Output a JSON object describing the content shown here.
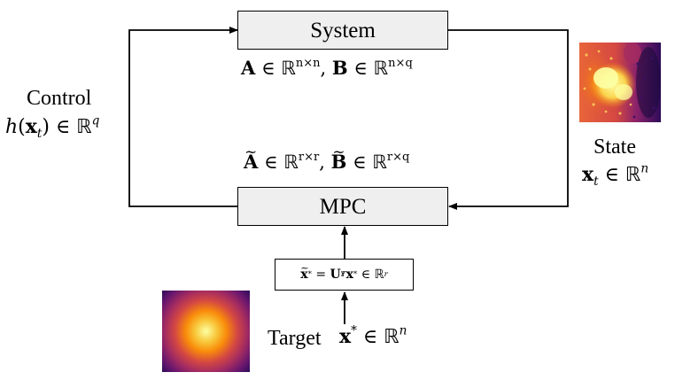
{
  "colors": {
    "block_fill": "#efefef",
    "line": "#000000",
    "heatmap_palette": [
      "#000004",
      "#2d0b59",
      "#6a176e",
      "#a52c60",
      "#d44842",
      "#f98c0a",
      "#fcffa4"
    ]
  },
  "system": {
    "label": "System",
    "matrices": {
      "A": "A",
      "B": "B",
      "set": "ℝ",
      "a_dims": "n×n",
      "b_dims": "n×q"
    }
  },
  "mpc": {
    "label": "MPC",
    "matrices": {
      "A": "A",
      "B": "B",
      "set": "ℝ",
      "a_dims": "r×r",
      "b_dims": "r×q"
    }
  },
  "control": {
    "label": "Control",
    "func": "h",
    "var": "x",
    "sub": "t",
    "set": "ℝ",
    "dim": "q"
  },
  "state": {
    "label": "State",
    "var": "x",
    "sub": "t",
    "set": "ℝ",
    "dim": "n",
    "heatmap_icon": "state-heatmap"
  },
  "target": {
    "label": "Target",
    "var": "x",
    "star": "*",
    "set": "ℝ",
    "dim": "n",
    "heatmap_icon": "target-gaussian-heatmap"
  },
  "projection": {
    "lhs_var": "x",
    "star": "*",
    "U": "U",
    "U_sub": "r",
    "U_sup": "T",
    "rhs_var": "x",
    "set": "ℝ",
    "dim": "r"
  }
}
